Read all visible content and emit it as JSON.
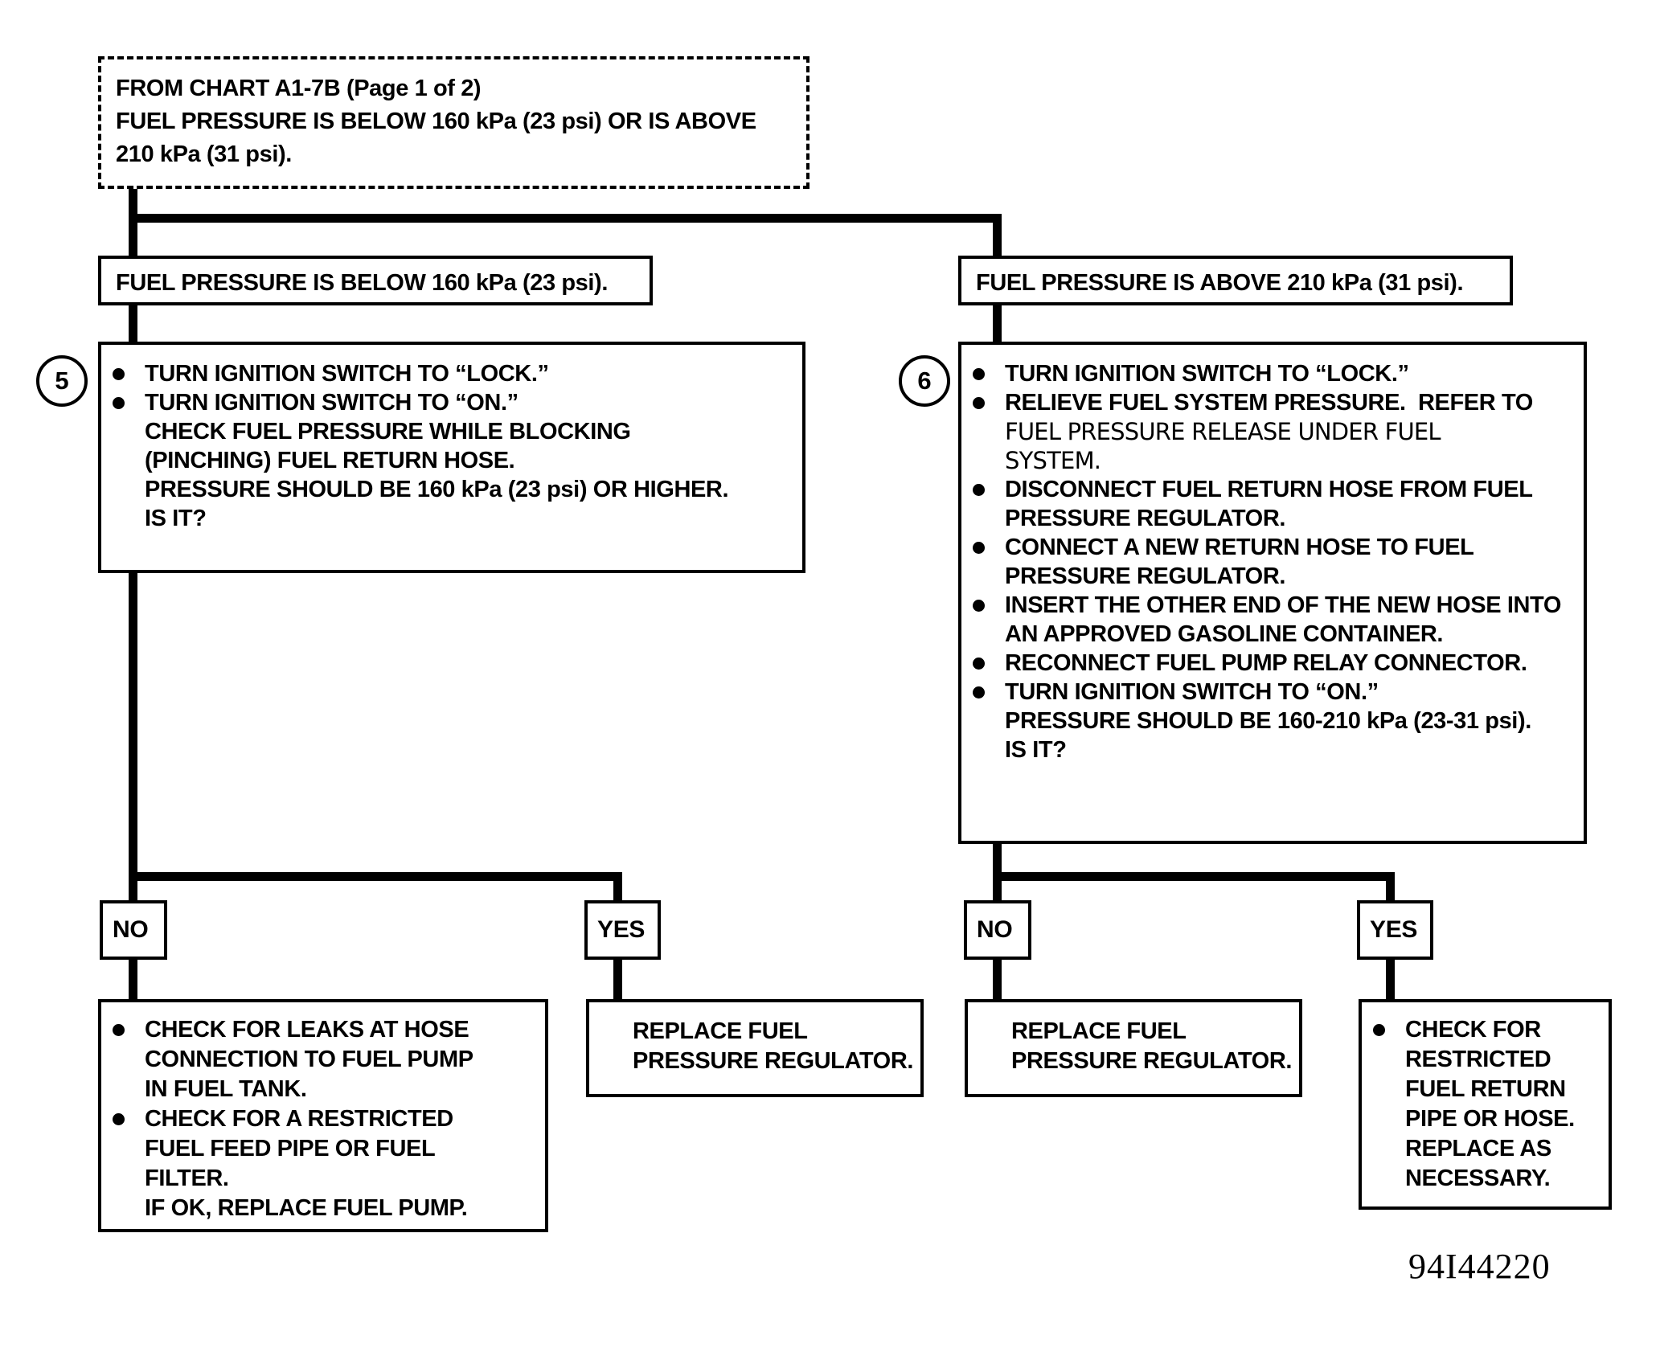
{
  "figure_id": "94I44220",
  "intro": {
    "lines": [
      "FROM CHART A1-7B (Page 1 of 2)",
      "FUEL PRESSURE IS BELOW 160 kPa (23 psi) OR IS ABOVE",
      "210 kPa (31 psi)."
    ]
  },
  "branches": {
    "left": {
      "condition": "FUEL PRESSURE IS BELOW 160 kPa (23 psi).",
      "step": {
        "number": "5",
        "items": [
          {
            "bullet": true,
            "style": "bold",
            "text": "TURN IGNITION SWITCH TO “LOCK.”"
          },
          {
            "bullet": true,
            "style": "bold",
            "text": "TURN IGNITION SWITCH TO “ON.”"
          },
          {
            "bullet": false,
            "style": "bold",
            "text": "CHECK FUEL PRESSURE WHILE BLOCKING"
          },
          {
            "bullet": false,
            "style": "bold",
            "text": "(PINCHING) FUEL RETURN HOSE."
          },
          {
            "bullet": false,
            "style": "bold",
            "text": "PRESSURE SHOULD BE 160 kPa (23 psi) OR HIGHER."
          },
          {
            "bullet": false,
            "style": "bold",
            "text": "IS IT?"
          }
        ]
      },
      "no_label": "NO",
      "yes_label": "YES",
      "no_result": [
        {
          "bullet": true,
          "text": "CHECK FOR LEAKS AT HOSE"
        },
        {
          "bullet": false,
          "text": "CONNECTION TO FUEL PUMP"
        },
        {
          "bullet": false,
          "text": "IN FUEL TANK."
        },
        {
          "bullet": true,
          "text": "CHECK FOR A RESTRICTED"
        },
        {
          "bullet": false,
          "text": "FUEL FEED PIPE OR FUEL"
        },
        {
          "bullet": false,
          "text": "FILTER."
        },
        {
          "bullet": false,
          "text": "IF OK, REPLACE FUEL PUMP."
        }
      ],
      "yes_result": [
        {
          "bullet": false,
          "text": "REPLACE FUEL"
        },
        {
          "bullet": false,
          "text": "PRESSURE REGULATOR."
        }
      ]
    },
    "right": {
      "condition": "FUEL PRESSURE IS ABOVE 210 kPa (31 psi).",
      "step": {
        "number": "6",
        "items": [
          {
            "bullet": true,
            "style": "bold",
            "text": "TURN IGNITION SWITCH TO “LOCK.”"
          },
          {
            "bullet": true,
            "style": "bold",
            "text": "RELIEVE FUEL SYSTEM PRESSURE.  REFER TO"
          },
          {
            "bullet": false,
            "style": "alt",
            "text": "FUEL PRESSURE RELEASE UNDER FUEL"
          },
          {
            "bullet": false,
            "style": "alt",
            "text": "SYSTEM."
          },
          {
            "bullet": true,
            "style": "bold",
            "text": "DISCONNECT FUEL RETURN HOSE FROM FUEL"
          },
          {
            "bullet": false,
            "style": "bold",
            "text": "PRESSURE REGULATOR."
          },
          {
            "bullet": true,
            "style": "bold",
            "text": "CONNECT A NEW RETURN HOSE TO FUEL"
          },
          {
            "bullet": false,
            "style": "bold",
            "text": "PRESSURE REGULATOR."
          },
          {
            "bullet": true,
            "style": "bold",
            "text": "INSERT THE OTHER END OF THE NEW HOSE INTO"
          },
          {
            "bullet": false,
            "style": "bold",
            "text": "AN APPROVED GASOLINE CONTAINER."
          },
          {
            "bullet": true,
            "style": "bold",
            "text": "RECONNECT FUEL PUMP RELAY CONNECTOR."
          },
          {
            "bullet": true,
            "style": "bold",
            "text": "TURN IGNITION SWITCH TO “ON.”"
          },
          {
            "bullet": false,
            "style": "bold",
            "text": "PRESSURE SHOULD BE 160-210 kPa (23-31 psi)."
          },
          {
            "bullet": false,
            "style": "bold",
            "text": "IS IT?"
          }
        ]
      },
      "no_label": "NO",
      "yes_label": "YES",
      "no_result": [
        {
          "bullet": false,
          "text": "REPLACE FUEL"
        },
        {
          "bullet": false,
          "text": "PRESSURE REGULATOR."
        }
      ],
      "yes_result": [
        {
          "bullet": true,
          "text": "CHECK FOR"
        },
        {
          "bullet": false,
          "text": "RESTRICTED"
        },
        {
          "bullet": false,
          "text": "FUEL RETURN"
        },
        {
          "bullet": false,
          "text": "PIPE OR HOSE."
        },
        {
          "bullet": false,
          "text": "REPLACE AS"
        },
        {
          "bullet": false,
          "text": "NECESSARY."
        }
      ]
    }
  }
}
